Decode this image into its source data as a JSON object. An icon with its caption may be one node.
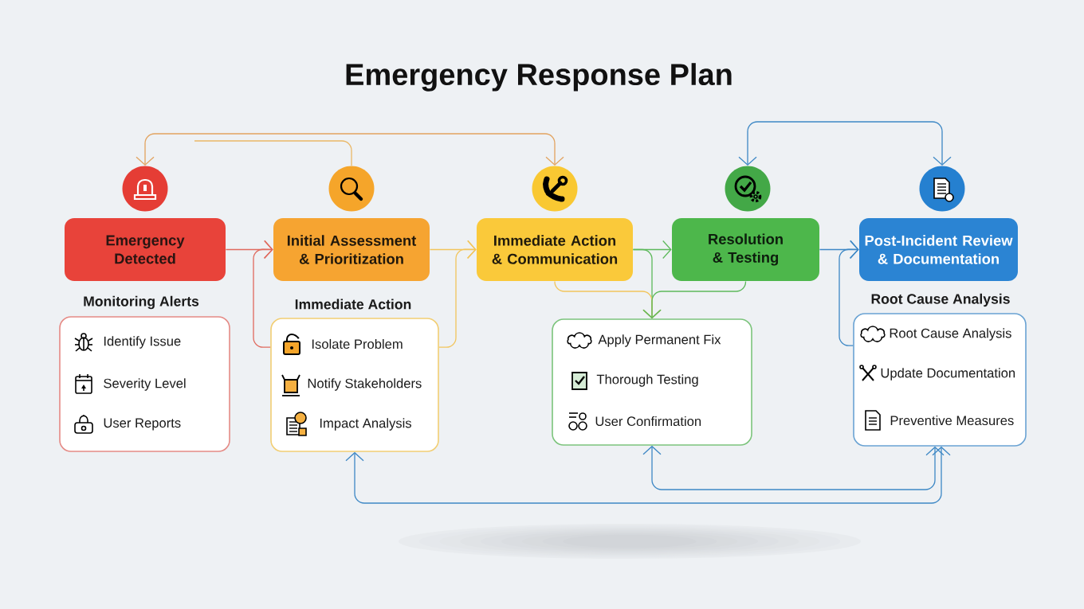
{
  "diagram": {
    "title": "Emergency Response Plan",
    "nodes": [
      {
        "text": [],
        "shape": "circle"
      },
      {
        "text": [],
        "shape": "circle"
      },
      {
        "text": [],
        "shape": "circle"
      },
      {
        "text": [],
        "shape": "circle"
      },
      {
        "text": [],
        "shape": "circle"
      },
      {
        "text": [
          "Emergency Detected"
        ]
      },
      {
        "text": [
          "Initial Assessment & Prioritization"
        ]
      },
      {
        "text": [
          "Immediate Action & Communication"
        ]
      },
      {
        "text": [
          "Resolution & Testing"
        ]
      },
      {
        "text": [
          "Post-Incident Review & Documentation"
        ]
      },
      {
        "text": [
          "Monitoring Alerts",
          "Identify Issue",
          "Severity Level",
          "User Reports"
        ]
      },
      {
        "text": [
          "Immediate Action",
          "Isolate Problem",
          "Notify Stakeholders",
          "Impact Analysis"
        ]
      },
      {
        "text": [
          "Apply Permanent Fix",
          "Thorough Testing",
          "User Confirmation"
        ]
      },
      {
        "text": [
          "Root Cause Analysis",
          "Root Cause Analysis",
          "Update Documentation",
          "Preventive Measures"
        ]
      }
    ],
    "edges": [
      {
        "from": 0,
        "to": 2,
        "arrow": "both",
        "color": "#e2a35f"
      },
      {
        "from": 1,
        "to": null,
        "arrow": "none",
        "color": "#eab867"
      },
      {
        "from": 3,
        "to": 4,
        "arrow": "both"
      },
      {
        "from": 5,
        "to": 6,
        "arrow": "to",
        "color": "#e06a5e"
      },
      {
        "from": 11,
        "to": 6,
        "arrow": "to",
        "color": "#e06a5e"
      },
      {
        "from": 6,
        "to": 7,
        "arrow": "to",
        "color": "#f2c55c"
      },
      {
        "from": 11,
        "to": 7,
        "arrow": "to",
        "color": "#f2c55c"
      },
      {
        "from": 7,
        "to": 8,
        "arrow": "to",
        "color": "#5db95b"
      },
      {
        "from": 7,
        "to": 12,
        "arrow": "to",
        "color": "#5db95b"
      },
      {
        "from": 7,
        "to": 12,
        "arrow": "to",
        "color": "#f2c55c"
      },
      {
        "from": 8,
        "to": 12,
        "arrow": "to",
        "color": "#5db95b"
      },
      {
        "from": 8,
        "to": 9,
        "arrow": "to"
      },
      {
        "from": 13,
        "to": 9,
        "arrow": "to"
      },
      {
        "from": 11,
        "to": 13,
        "arrow": "both"
      },
      {
        "from": 12,
        "to": 13,
        "arrow": "both"
      }
    ]
  }
}
